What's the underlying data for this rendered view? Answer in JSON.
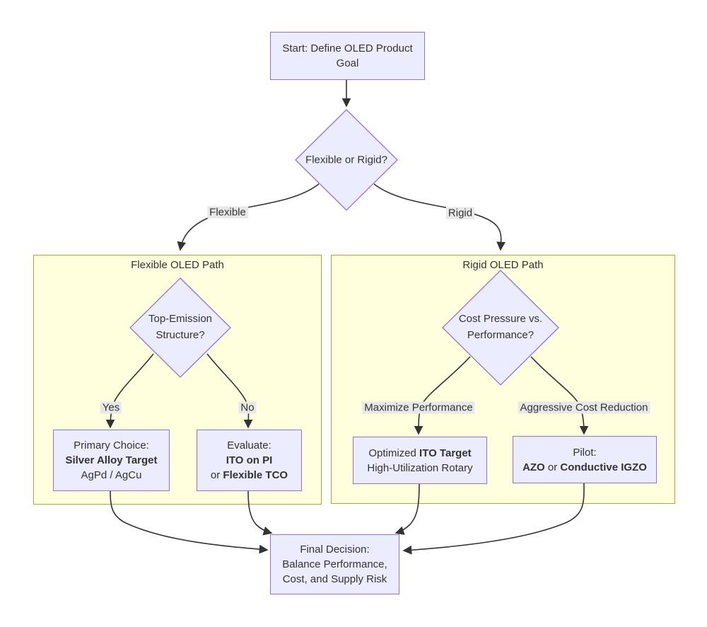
{
  "diagram": {
    "type": "flowchart",
    "direction": "top-down",
    "background": "#ffffff"
  },
  "colors": {
    "node_fill": "#ececff",
    "node_border": "#9370db",
    "cluster_fill": "#ffffde",
    "cluster_border": "#aaaa33",
    "edge": "#333333",
    "edge_label_bg": "#e8e8e8",
    "text": "#333333"
  },
  "clusters": {
    "flexible": {
      "title": "Flexible OLED Path"
    },
    "rigid": {
      "title": "Rigid OLED Path"
    }
  },
  "nodes": {
    "start": {
      "l1": "Start: Define OLED Product",
      "l2": "Goal"
    },
    "main_decision": {
      "l1": "Flexible or Rigid?"
    },
    "top_emission": {
      "l1": "Top-Emission",
      "l2": "Structure?"
    },
    "cost_pressure": {
      "l1": "Cost Pressure vs.",
      "l2": "Performance?"
    },
    "primary_choice": {
      "l1": "Primary Choice:",
      "l2": "Silver Alloy Target",
      "l3": "AgPd / AgCu"
    },
    "evaluate": {
      "l1": "Evaluate:",
      "l2": "ITO on PI",
      "l3_pre": "or ",
      "l3_bold": "Flexible TCO"
    },
    "optimized": {
      "l1_pre": "Optimized ",
      "l1_bold": "ITO Target",
      "l2": "High-Utilization Rotary"
    },
    "pilot": {
      "l1": "Pilot:",
      "l2_b1": "AZO",
      "l2_mid": " or ",
      "l2_b2": "Conductive IGZO"
    },
    "final": {
      "l1": "Final Decision:",
      "l2": "Balance Performance,",
      "l3": "Cost, and Supply Risk"
    }
  },
  "edges": [
    {
      "from": "start",
      "to": "main_decision",
      "label": ""
    },
    {
      "from": "main_decision",
      "to": "cluster_flexible",
      "label": "Flexible"
    },
    {
      "from": "main_decision",
      "to": "cluster_rigid",
      "label": "Rigid"
    },
    {
      "from": "top_emission",
      "to": "primary_choice",
      "label": "Yes"
    },
    {
      "from": "top_emission",
      "to": "evaluate",
      "label": "No"
    },
    {
      "from": "cost_pressure",
      "to": "optimized",
      "label": "Maximize Performance"
    },
    {
      "from": "cost_pressure",
      "to": "pilot",
      "label": "Aggressive Cost Reduction"
    },
    {
      "from": "primary_choice",
      "to": "final",
      "label": ""
    },
    {
      "from": "evaluate",
      "to": "final",
      "label": ""
    },
    {
      "from": "optimized",
      "to": "final",
      "label": ""
    },
    {
      "from": "pilot",
      "to": "final",
      "label": ""
    }
  ]
}
